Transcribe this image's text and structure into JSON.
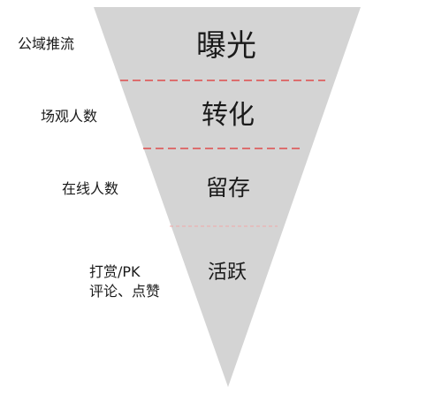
{
  "funnel": {
    "stages": [
      {
        "stage": "曝光",
        "side_label": "公域推流"
      },
      {
        "stage": "转化",
        "side_label": "场观人数"
      },
      {
        "stage": "留存",
        "side_label": "在线人数"
      },
      {
        "stage": "活跃",
        "side_label_lines": [
          "打赏/PK",
          "评论、点赞"
        ]
      }
    ]
  },
  "colors": {
    "funnel_fill": "#d4d4d4",
    "divider_red": "#e03030",
    "divider_faint": "#f0a8a8",
    "text": "#1a1a1a"
  }
}
